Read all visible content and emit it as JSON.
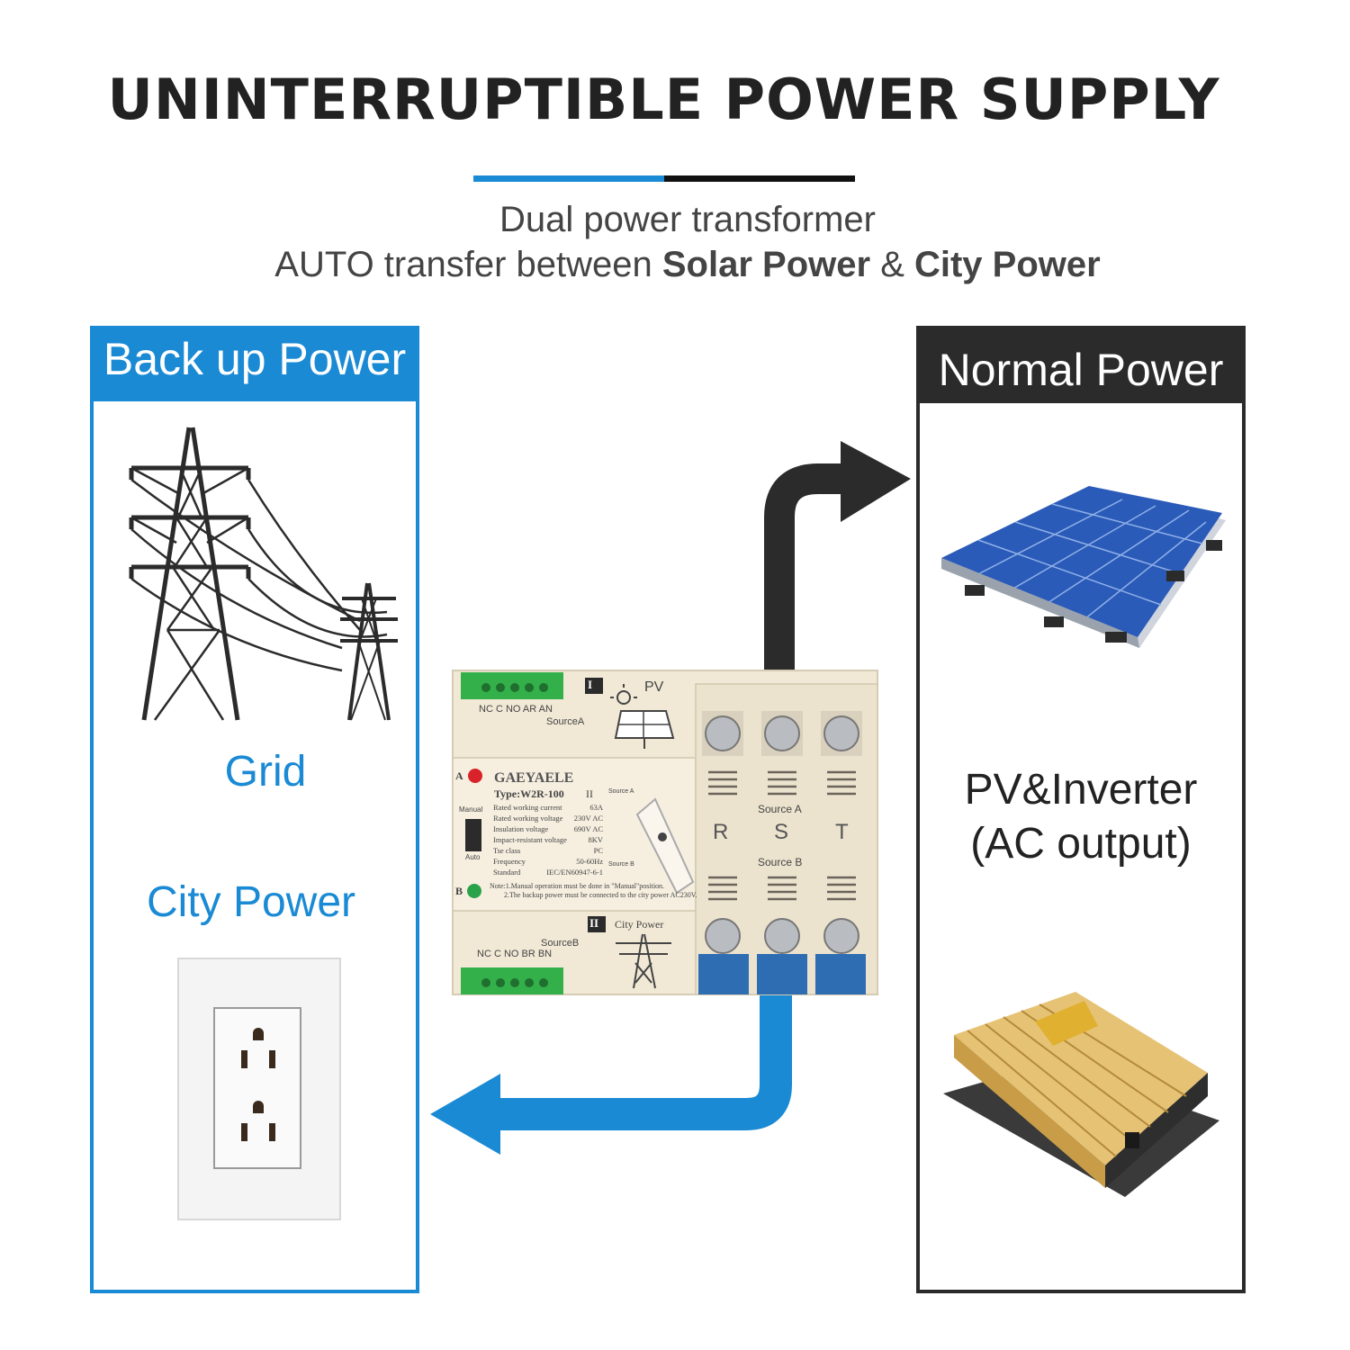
{
  "title": "UNINTERRUPTIBLE POWER SUPPLY",
  "subtitle": {
    "line1": "Dual power transformer",
    "line2_prefix": "AUTO transfer between ",
    "line2_bold1": "Solar Power",
    "line2_amp": " & ",
    "line2_bold2": "City Power"
  },
  "left_panel": {
    "header": "Back up Power",
    "grid_label": "Grid",
    "city_label": "City Power"
  },
  "right_panel": {
    "header": "Normal Power",
    "pv_line1": "PV&Inverter",
    "pv_line2": "(AC output)"
  },
  "device": {
    "brand": "GAEYAELE",
    "type": "Type:W2R-100",
    "type_roman": "II",
    "roman_one": "I",
    "roman_two": "II",
    "pv": "PV",
    "source_a_top": "SourceA",
    "terminals_top": "NC C NO AR AN",
    "source_b": "SourceB",
    "terminals_bottom": "NC C NO BR BN",
    "city_power": "City Power",
    "lamp_a": "A",
    "lamp_b": "B",
    "manual": "Manual",
    "auto": "Auto",
    "source_small_a": "Source A",
    "source_small_b": "Source B",
    "specs": [
      {
        "name": "Rated working current",
        "value": "63A"
      },
      {
        "name": "Rated working voltage",
        "value": "230V AC"
      },
      {
        "name": "Insulation voltage",
        "value": "690V AC"
      },
      {
        "name": "Impact-resistant voltage",
        "value": "8KV"
      },
      {
        "name": "Tse class",
        "value": "PC"
      },
      {
        "name": "Frequency",
        "value": "50-60Hz"
      },
      {
        "name": "Standard",
        "value": "IEC/EN60947-6-1"
      }
    ],
    "note1": "Note:1.Manual operation must be done in \"Manual\"position.",
    "note2": "2.The backup power must be connected to the city power AC230V.",
    "phase_r": "R",
    "phase_s": "S",
    "phase_t": "T",
    "source_a_label": "Source A",
    "source_b_label": "Source B"
  },
  "colors": {
    "accent_blue": "#1a8ad4",
    "dark": "#2b2b2b",
    "device_body": "#efe6d3",
    "terminal_green": "#33b04a",
    "terminal_blue": "#2f6db3"
  },
  "icons": [
    "transmission-tower-icon",
    "wall-outlet-icon",
    "solar-panel-icon",
    "inverter-icon",
    "solar-sun-icon",
    "pylon-icon"
  ]
}
